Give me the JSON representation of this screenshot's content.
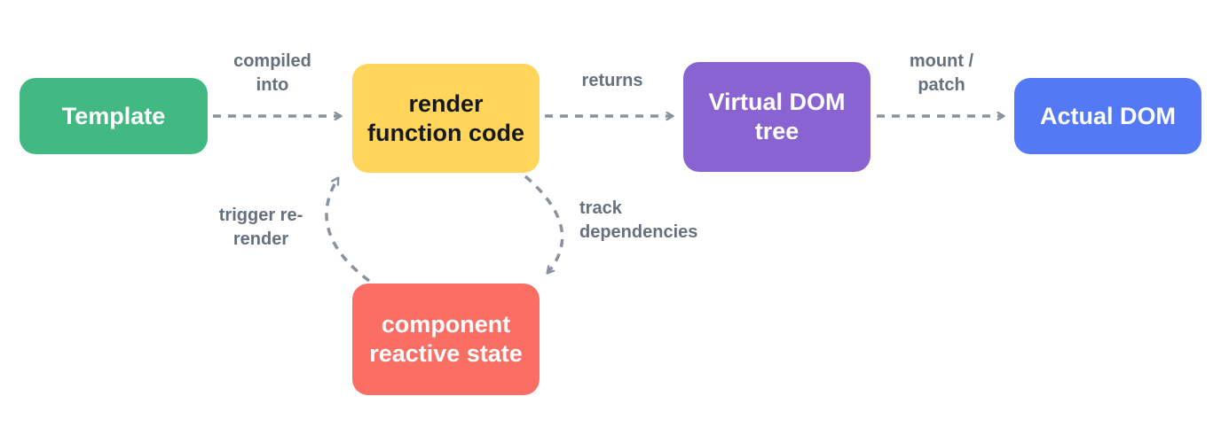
{
  "diagram": {
    "title": "render pipeline diagram",
    "colors": {
      "background": "#ffffff",
      "arrow": "#8b929c",
      "edge_label": "#67707e",
      "template_bg": "#42b883",
      "render_bg": "#ffd65a",
      "virtual_dom_bg": "#8a63d2",
      "actual_dom_bg": "#5379f6",
      "reactive_state_bg": "#fb6e64",
      "light_text": "#ffffff",
      "dark_text": "#16191d"
    },
    "nodes": {
      "template": {
        "label": "Template"
      },
      "render": {
        "label": "render function code"
      },
      "virtual_dom": {
        "label": "Virtual DOM tree"
      },
      "actual_dom": {
        "label": "Actual DOM"
      },
      "reactive_state": {
        "label": "component reactive state"
      }
    },
    "edges": {
      "compiled_into": "compiled into",
      "returns": "returns",
      "mount_patch": "mount / patch",
      "track_dependencies": "track dependencies",
      "trigger_rerender": "trigger re-render"
    }
  }
}
